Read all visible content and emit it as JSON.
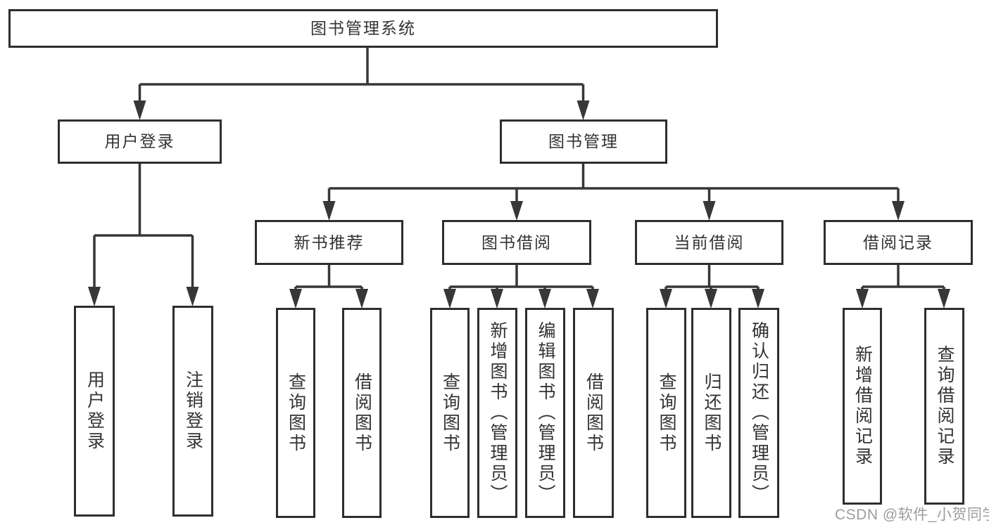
{
  "tree": {
    "label": "图书管理系统",
    "children": [
      {
        "label": "用户登录",
        "children": [
          {
            "label": "用户登录"
          },
          {
            "label": "注销登录"
          }
        ]
      },
      {
        "label": "图书管理",
        "children": [
          {
            "label": "新书推荐",
            "children": [
              {
                "label": "查询图书"
              },
              {
                "label": "借阅图书"
              }
            ]
          },
          {
            "label": "图书借阅",
            "children": [
              {
                "label": "查询图书"
              },
              {
                "label": "新增图书（管理员）"
              },
              {
                "label": "编辑图书（管理员）"
              },
              {
                "label": "借阅图书"
              }
            ]
          },
          {
            "label": "当前借阅",
            "children": [
              {
                "label": "查询图书"
              },
              {
                "label": "归还图书"
              },
              {
                "label": "确认归还（管理员）"
              }
            ]
          },
          {
            "label": "借阅记录",
            "children": [
              {
                "label": "新增借阅记录"
              },
              {
                "label": "查询借阅记录"
              }
            ]
          }
        ]
      }
    ]
  },
  "watermark": {
    "text": "CSDN @软件_小贺同学"
  },
  "colors": {
    "line": "#373737",
    "box_border": "#2e2e2e",
    "text": "#333333",
    "watermark": "#9c9c9c",
    "background": "#ffffff"
  }
}
